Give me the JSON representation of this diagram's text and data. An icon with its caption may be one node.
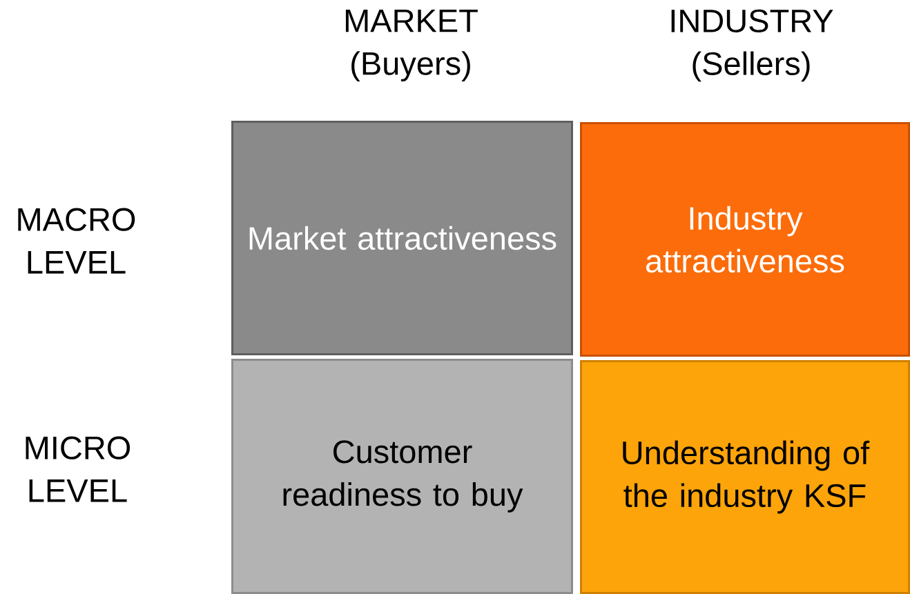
{
  "diagram": {
    "nodes": [
      {
        "text": [
          "Market attractiveness"
        ]
      },
      {
        "text": [
          "Industry attractiveness"
        ]
      },
      {
        "text": [
          "Customer readiness to buy"
        ]
      },
      {
        "text": [
          "Understanding of the industry KSF"
        ]
      }
    ],
    "labels": [
      "MARKET (Buyers)",
      "INDUSTRY (Sellers)",
      "MACRO LEVEL",
      "MICRO LEVEL"
    ]
  }
}
